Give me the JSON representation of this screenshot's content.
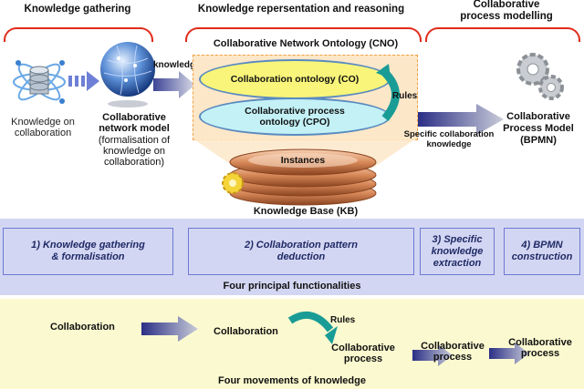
{
  "headers": {
    "gathering": "Knowledge gathering",
    "representation": "Knowledge repersentation and reasoning",
    "modelling": "Collaborative\nprocess modelling"
  },
  "top": {
    "knowledge_on_collab": "Knowledge on\ncollaboration",
    "network_model_title": "Collaborative\nnetwork model",
    "network_model_sub": "(formalisation of\nknowledge on\ncollaboration)",
    "knowledge_arrow": "knowledge",
    "cno": "Collaborative Network Ontology (CNO)",
    "co": "Collaboration ontology (CO)",
    "cpo": "Collaborative process\nontology (CPO)",
    "rules": "Rules",
    "instances": "Instances",
    "kb": "Knowledge Base (KB)",
    "specific_knowledge": "Specific collaboration\nknowledge",
    "process_model": "Collaborative\nProcess Model\n(BPMN)"
  },
  "functionalities": {
    "items": [
      "1) Knowledge gathering\n& formalisation",
      "2) Collaboration pattern\ndeduction",
      "3) Specific\nknowledge\nextraction",
      "4) BPMN\nconstruction"
    ],
    "caption": "Four principal functionalities"
  },
  "movements": {
    "collab1": "Collaboration",
    "collab2": "Collaboration",
    "rules": "Rules",
    "process1": "Collaborative\nprocess",
    "process2": "Collaborative\nprocess",
    "process3": "Collaborative\nprocess",
    "caption": "Four movements of knowledge"
  },
  "colors": {
    "bracket": "#e02c1a",
    "func_band": "#d3d6f2",
    "move_band": "#fbf9cf",
    "arrow": "#4a5aa8",
    "rules_arrow": "#1a9c96"
  }
}
